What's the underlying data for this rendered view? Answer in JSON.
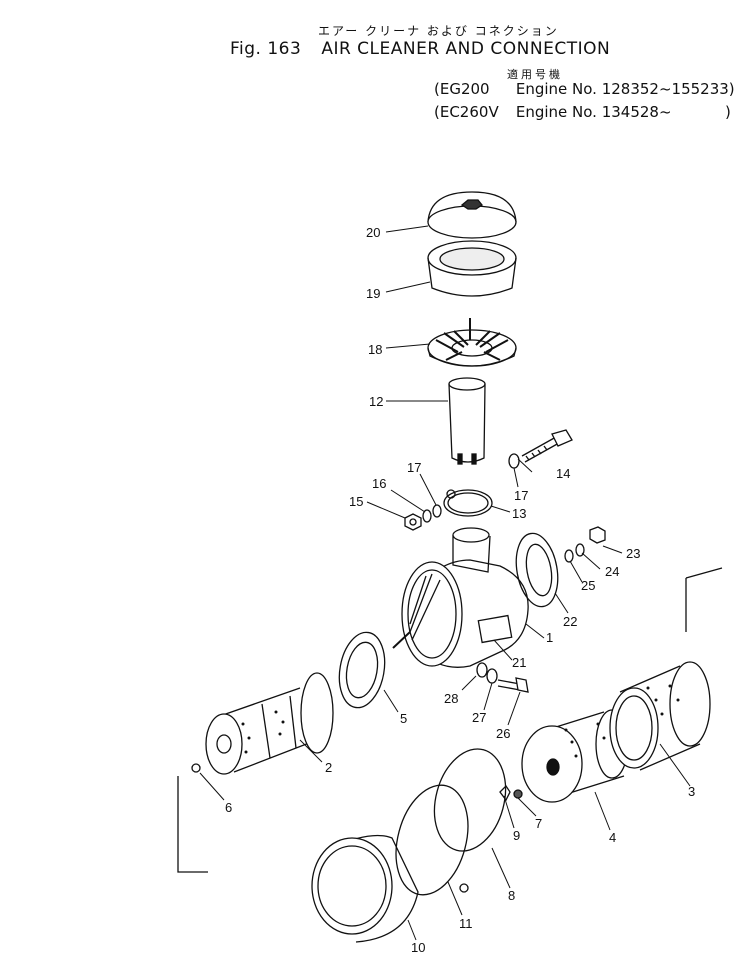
{
  "header": {
    "jp_title": "エアー クリーナ および コネクション",
    "fig_label": "Fig. 163",
    "title": "AIR CLEANER AND CONNECTION",
    "jp_applicability": "適用号機",
    "applicability": [
      {
        "model": "EG200",
        "text": "Engine No. 128352~155233)"
      },
      {
        "model": "EC260V",
        "text": "Engine No. 134528~"
      }
    ],
    "open_paren": "(",
    "close_paren": ")"
  },
  "callouts": [
    "1",
    "2",
    "3",
    "4",
    "5",
    "6",
    "7",
    "8",
    "9",
    "10",
    "11",
    "12",
    "13",
    "14",
    "15",
    "16",
    "17",
    "17",
    "18",
    "19",
    "20",
    "21",
    "22",
    "23",
    "24",
    "25",
    "26",
    "27",
    "28"
  ]
}
